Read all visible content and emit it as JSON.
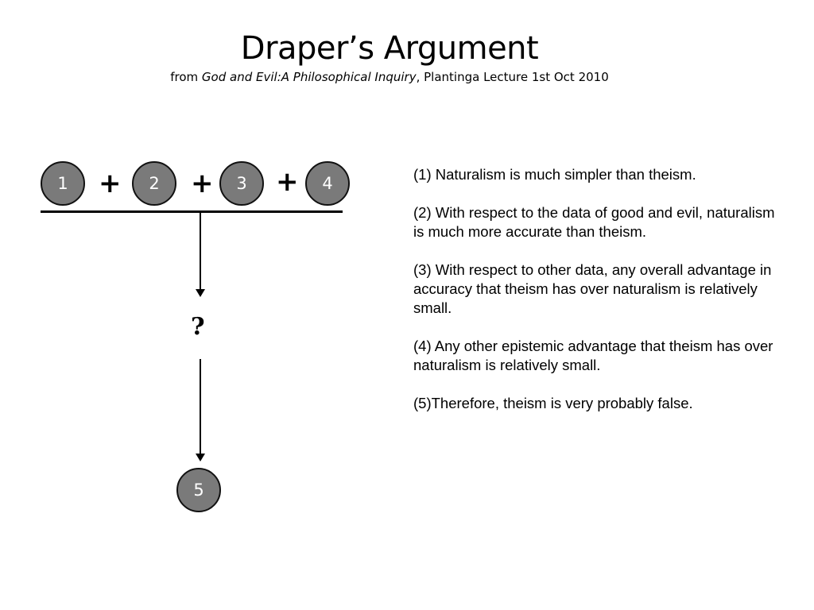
{
  "slide": {
    "title": "Draper’s Argument",
    "subtitle_prefix": "from ",
    "subtitle_book": "God and Evil:A Philosophical Inquiry",
    "subtitle_suffix": ", Plantinga Lecture 1st Oct 2010"
  },
  "diagram": {
    "nodes": [
      "1",
      "2",
      "3",
      "4"
    ],
    "operator": "+",
    "unknown": "?",
    "conclusion_node": "5",
    "node_color": "#7a7a7a"
  },
  "premises": [
    "(1) Naturalism is much simpler than theism.",
    "(2) With respect to the data of good and evil, naturalism is much more accurate than theism.",
    "(3) With respect to other data, any overall advantage in accuracy that theism has over naturalism is relatively small.",
    "(4) Any other epistemic advantage that theism has over naturalism is relatively small.",
    "(5)Therefore, theism is very probably false."
  ]
}
